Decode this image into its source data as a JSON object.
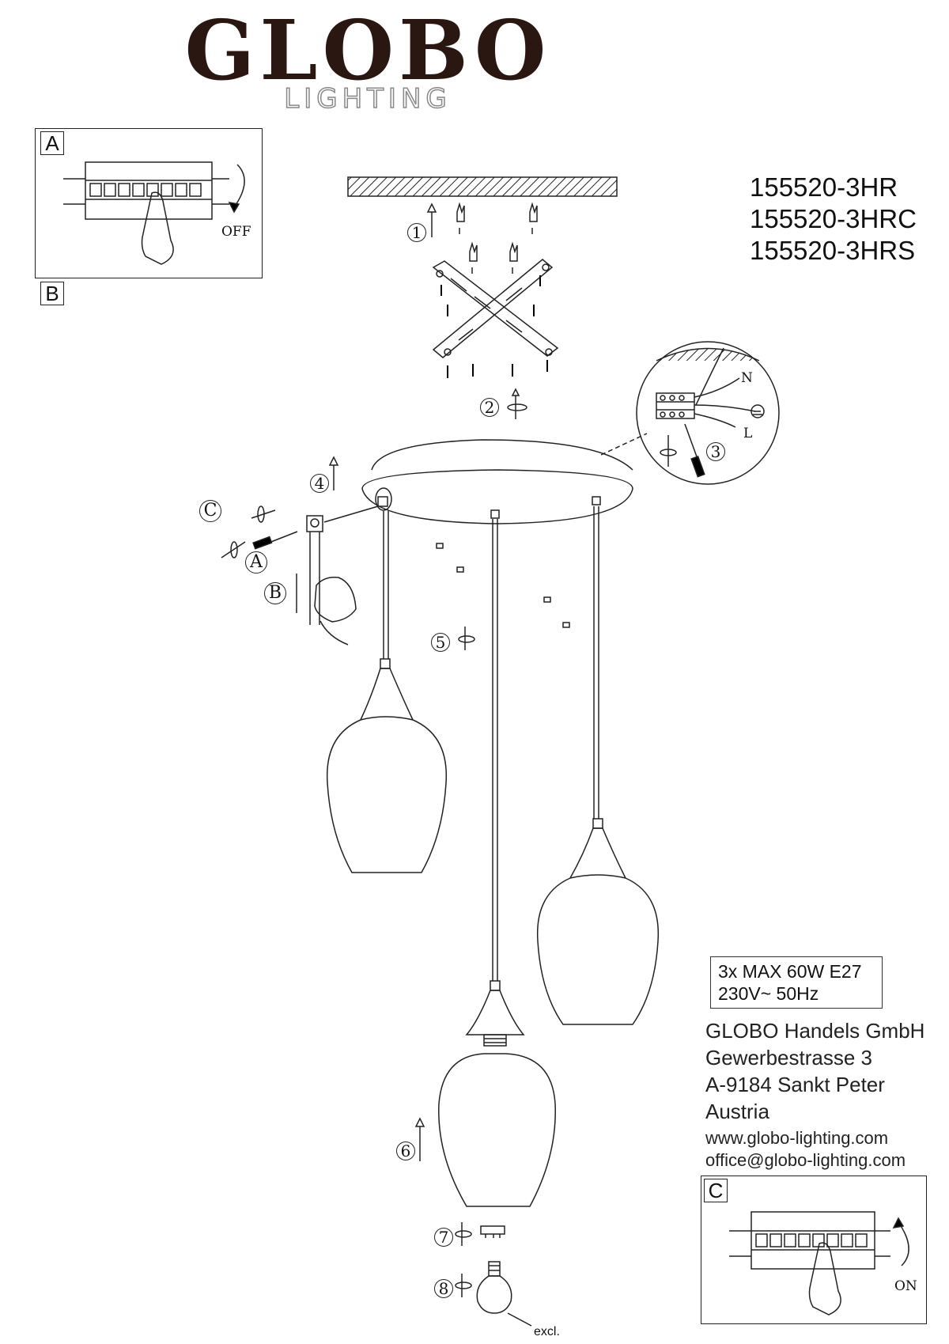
{
  "brand": {
    "name": "GLOBO",
    "sub": "LIGHTING"
  },
  "models": [
    "155520-3HR",
    "155520-3HRC",
    "155520-3HRS"
  ],
  "spec": {
    "line1": "3x MAX 60W E27",
    "line2": "230V~ 50Hz"
  },
  "address": {
    "company": "GLOBO Handels GmbH",
    "street": "Gewerbestrasse 3",
    "city": "A-9184 Sankt Peter",
    "country": "Austria",
    "web": "www.globo-lighting.com",
    "email": "office@globo-lighting.com"
  },
  "panels": {
    "a_label": "A",
    "b_label": "B",
    "c_label": "C",
    "off_label": "OFF",
    "on_label": "ON"
  },
  "steps": [
    "1",
    "2",
    "3",
    "4",
    "5",
    "6",
    "7",
    "8"
  ],
  "sub_steps": [
    "A",
    "B",
    "C"
  ],
  "wiring": {
    "n": "N",
    "l": "L"
  },
  "excl_label": "excl."
}
